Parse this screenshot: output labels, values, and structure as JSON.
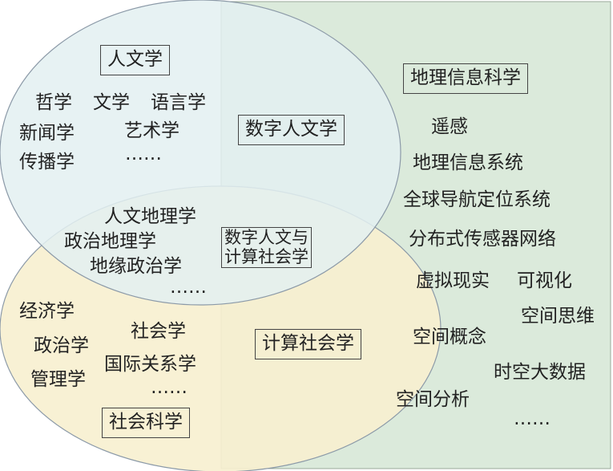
{
  "colors": {
    "humanities_fill": "#e3f0f1",
    "social_fill": "#f7efcf",
    "geo_fill": "#dbeadb",
    "overlap_fill": "#dcebe0",
    "outline": "#8c9aa8",
    "text": "#222222"
  },
  "humanities": {
    "title": "人文学",
    "items": [
      "哲学",
      "文学",
      "语言学",
      "新闻学",
      "艺术学",
      "传播学",
      "……"
    ]
  },
  "digital_humanities": {
    "title": "数字人文学"
  },
  "overlap": {
    "items": [
      "人文地理学",
      "政治地理学",
      "地缘政治学",
      "……"
    ],
    "box_line1": "数字人文与",
    "box_line2": "计算社会学"
  },
  "social": {
    "title": "社会科学",
    "items": [
      "经济学",
      "政治学",
      "社会学",
      "管理学",
      "国际关系学",
      "……"
    ]
  },
  "computational_social": {
    "title": "计算社会学"
  },
  "geo": {
    "title": "地理信息科学",
    "items": [
      "遥感",
      "地理信息系统",
      "全球导航定位系统",
      "分布式传感器网络",
      "虚拟现实",
      "可视化",
      "空间思维",
      "空间概念",
      "时空大数据",
      "空间分析",
      "……"
    ]
  }
}
